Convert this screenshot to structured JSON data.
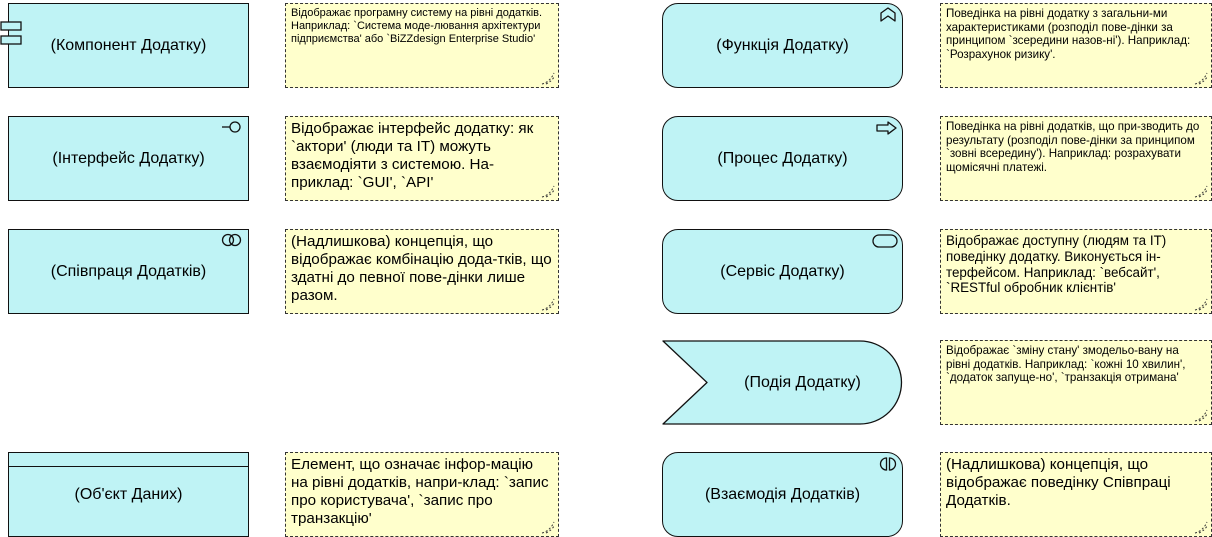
{
  "elements": {
    "app_component": "(Компонент Додатку)",
    "app_interface": "(Інтерфейс Додатку)",
    "app_collaboration": "(Співпраця Додатків)",
    "data_object": "(Об'єкт Даних)",
    "app_function": "(Функція Додатку)",
    "app_process": "(Процес Додатку)",
    "app_service": "(Сервіс Додатку)",
    "app_event": "(Подія Додатку)",
    "app_interaction": "(Взаємодія Додатків)"
  },
  "notes": {
    "app_component": "Відображає програмну систему на рівні додатків. Наприклад: `Система моде-лювання архітектури підприємства' або `BiZZdesign Enterprise Studio'",
    "app_interface": "Відображає інтерфейс додатку: як `актори' (люди та ІТ) можуть взаємодіяти з системою. На-приклад: `GUI', `API'",
    "app_collaboration": "(Надлишкова) концепція, що відображає комбінацію дода-тків, що здатні до певної пове-дінки лише разом.",
    "data_object": "Елемент, що означає інфор-мацію на рівні додатків, напри-клад: `запис про користувача', `запис про транзакцію'",
    "app_function": "Поведінка на рівні додатку з загальни-ми характеристиками (розподіл пове-дінки за принципом `зсередини назов-ні'). Наприклад: `Розрахунок ризику'.",
    "app_process": "Поведінка на рівні додатків, що при-зводить до результату (розподіл пове-дінки за принципом `зовні всередину'). Наприклад: розрахувати щомісячні платежі.",
    "app_service": "Відображає доступну (людям та ІТ) поведінку додатку. Виконується ін-терфейсом. Наприклад: `вебсайт', `RESTful обробник клієнтів'",
    "app_event": "Відображає `зміну стану' змодельо-вану на рівні додатків. Наприклад: `кожні 10 хвилин', `додаток запуще-но', `транзакція отримана'",
    "app_interaction": "(Надлишкова) концепція, що відображає поведінку Співпраці Додатків."
  },
  "colors": {
    "element_fill": "#bff3f5",
    "note_fill": "#ffffcc",
    "stroke": "#111111"
  },
  "icons": {
    "app_component": "component-icon",
    "app_interface": "interface-icon",
    "app_collaboration": "collaboration-icon",
    "app_function": "function-icon",
    "app_process": "process-arrow-icon",
    "app_service": "service-icon",
    "app_interaction": "interaction-icon"
  }
}
